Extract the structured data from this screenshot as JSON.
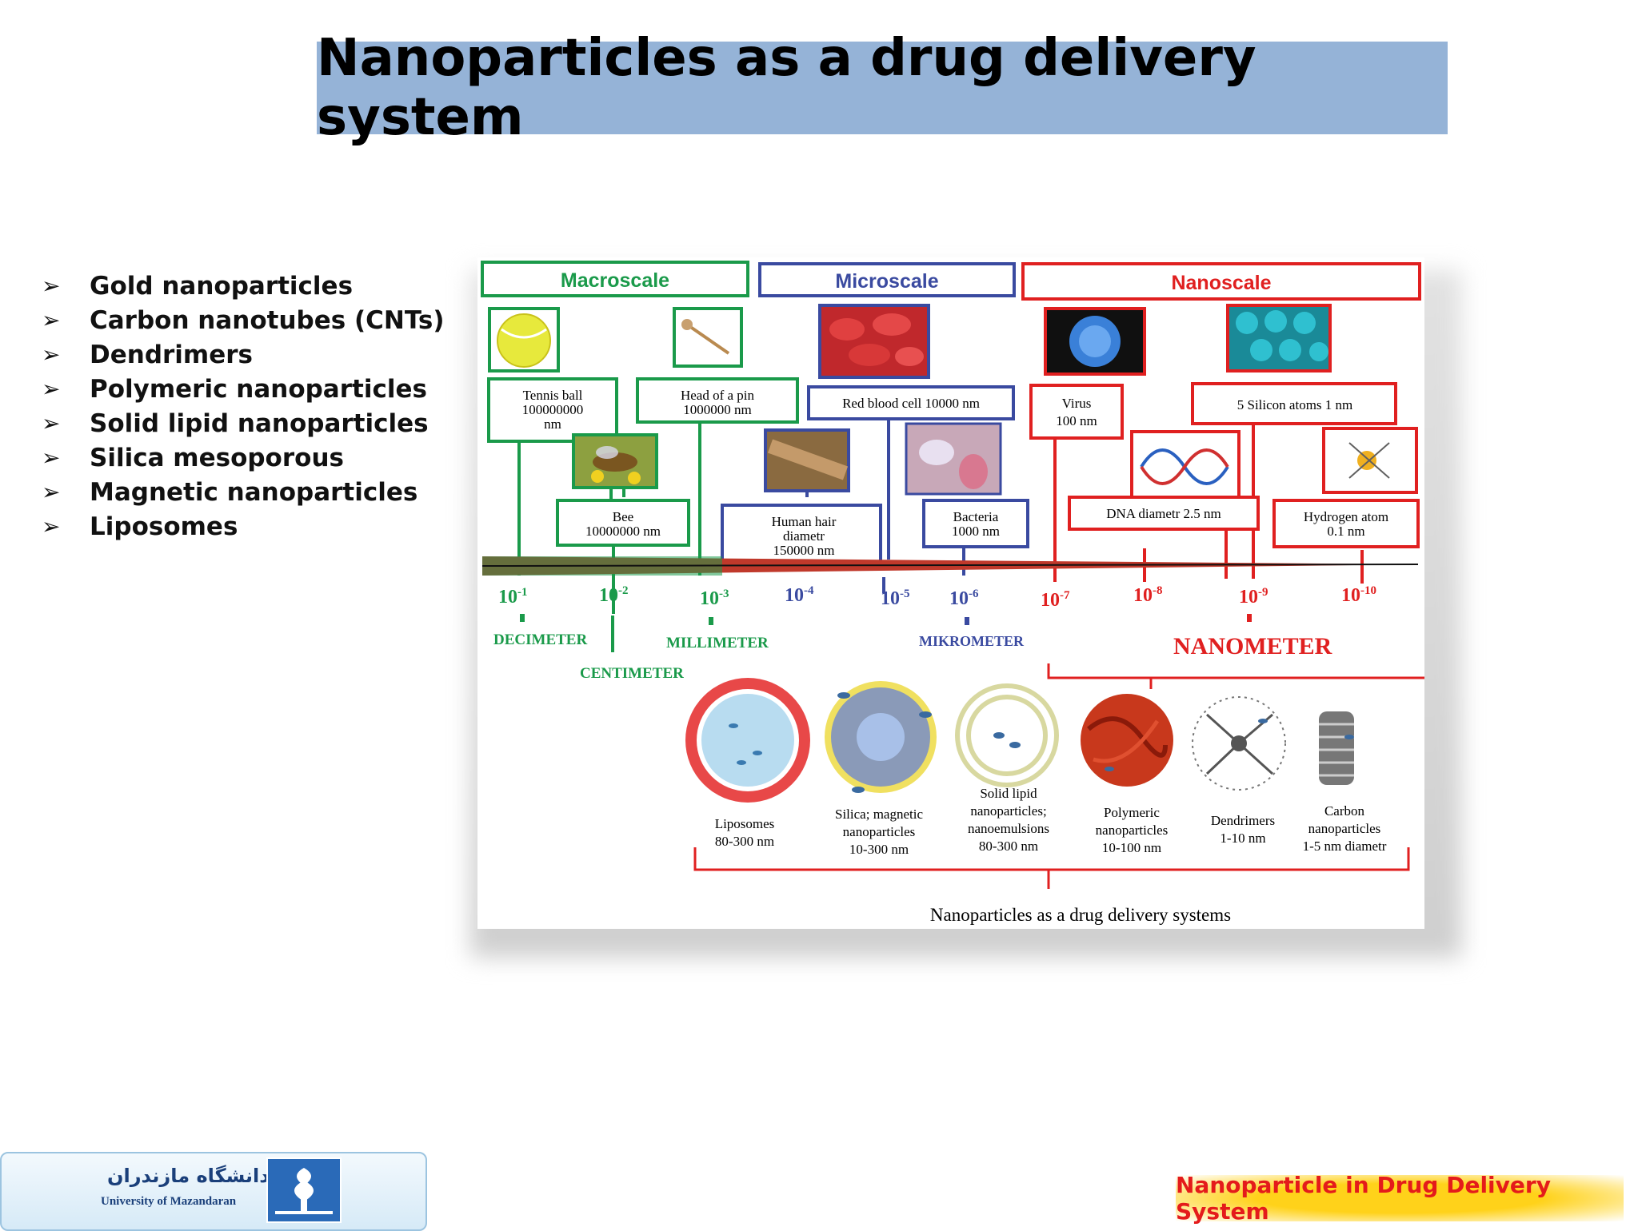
{
  "slide": {
    "title": "Nanoparticles as a drug delivery system",
    "bullets": [
      "Gold nanoparticles",
      "Carbon nanotubes (CNTs)",
      "Dendrimers",
      "Polymeric nanoparticles",
      "Solid lipid nanoparticles",
      "Silica mesoporous",
      "Magnetic nanoparticles",
      "Liposomes"
    ],
    "bullet_icon": "arrowhead-bullet-icon",
    "footer": "Nanoparticle in Drug Delivery System",
    "logo": {
      "name_fa": "دانشگاه مازندران",
      "name_en": "University of Mazandaran",
      "icon": "university-emblem-icon"
    }
  },
  "figure": {
    "scales": {
      "macro": "Macroscale",
      "micro": "Microscale",
      "nano": "Nanoscale"
    },
    "colors": {
      "macro": "#1a9a4a",
      "micro": "#3a4aa0",
      "nano": "#e02020"
    },
    "objects": {
      "tennis": [
        "Tennis ball",
        "100000000",
        "nm"
      ],
      "pin": [
        "Head of a pin",
        "1000000 nm"
      ],
      "bee": [
        "Bee",
        "10000000 nm"
      ],
      "rbc": [
        "Red blood cell 10000 nm"
      ],
      "hair": [
        "Human hair",
        "diametr",
        "150000 nm"
      ],
      "bacteria": [
        "Bacteria",
        "1000 nm"
      ],
      "virus": [
        "Virus",
        "100 nm"
      ],
      "silicon": [
        "5 Silicon atoms  1 nm"
      ],
      "dna": [
        "DNA diametr 2.5 nm"
      ],
      "hydrogen": [
        "Hydrogen atom",
        "0.1 nm"
      ]
    },
    "ticks": {
      "base": "10",
      "exponents": [
        "-1",
        "-2",
        "-3",
        "-4",
        "-5",
        "-6",
        "-7",
        "-8",
        "-9",
        "-10"
      ]
    },
    "units": {
      "dm": "DECIMETER",
      "cm": "CENTIMETER",
      "mm": "MILLIMETER",
      "um": "MIKROMETER",
      "nm": "NANOMETER"
    },
    "particles": {
      "liposomes": [
        "Liposomes",
        "80-300 nm"
      ],
      "silica": [
        "Silica; magnetic",
        "nanoparticles",
        "10-300 nm"
      ],
      "sln": [
        "Solid lipid",
        "nanoparticles;",
        "nanoemulsions",
        "80-300 nm"
      ],
      "polymeric": [
        "Polymeric",
        "nanoparticles",
        "10-100 nm"
      ],
      "dendrimers": [
        "Dendrimers",
        "1-10 nm"
      ],
      "carbon": [
        "Carbon",
        "nanoparticles",
        "1-5 nm diametr"
      ]
    },
    "caption": "Nanoparticles as a drug delivery systems"
  }
}
